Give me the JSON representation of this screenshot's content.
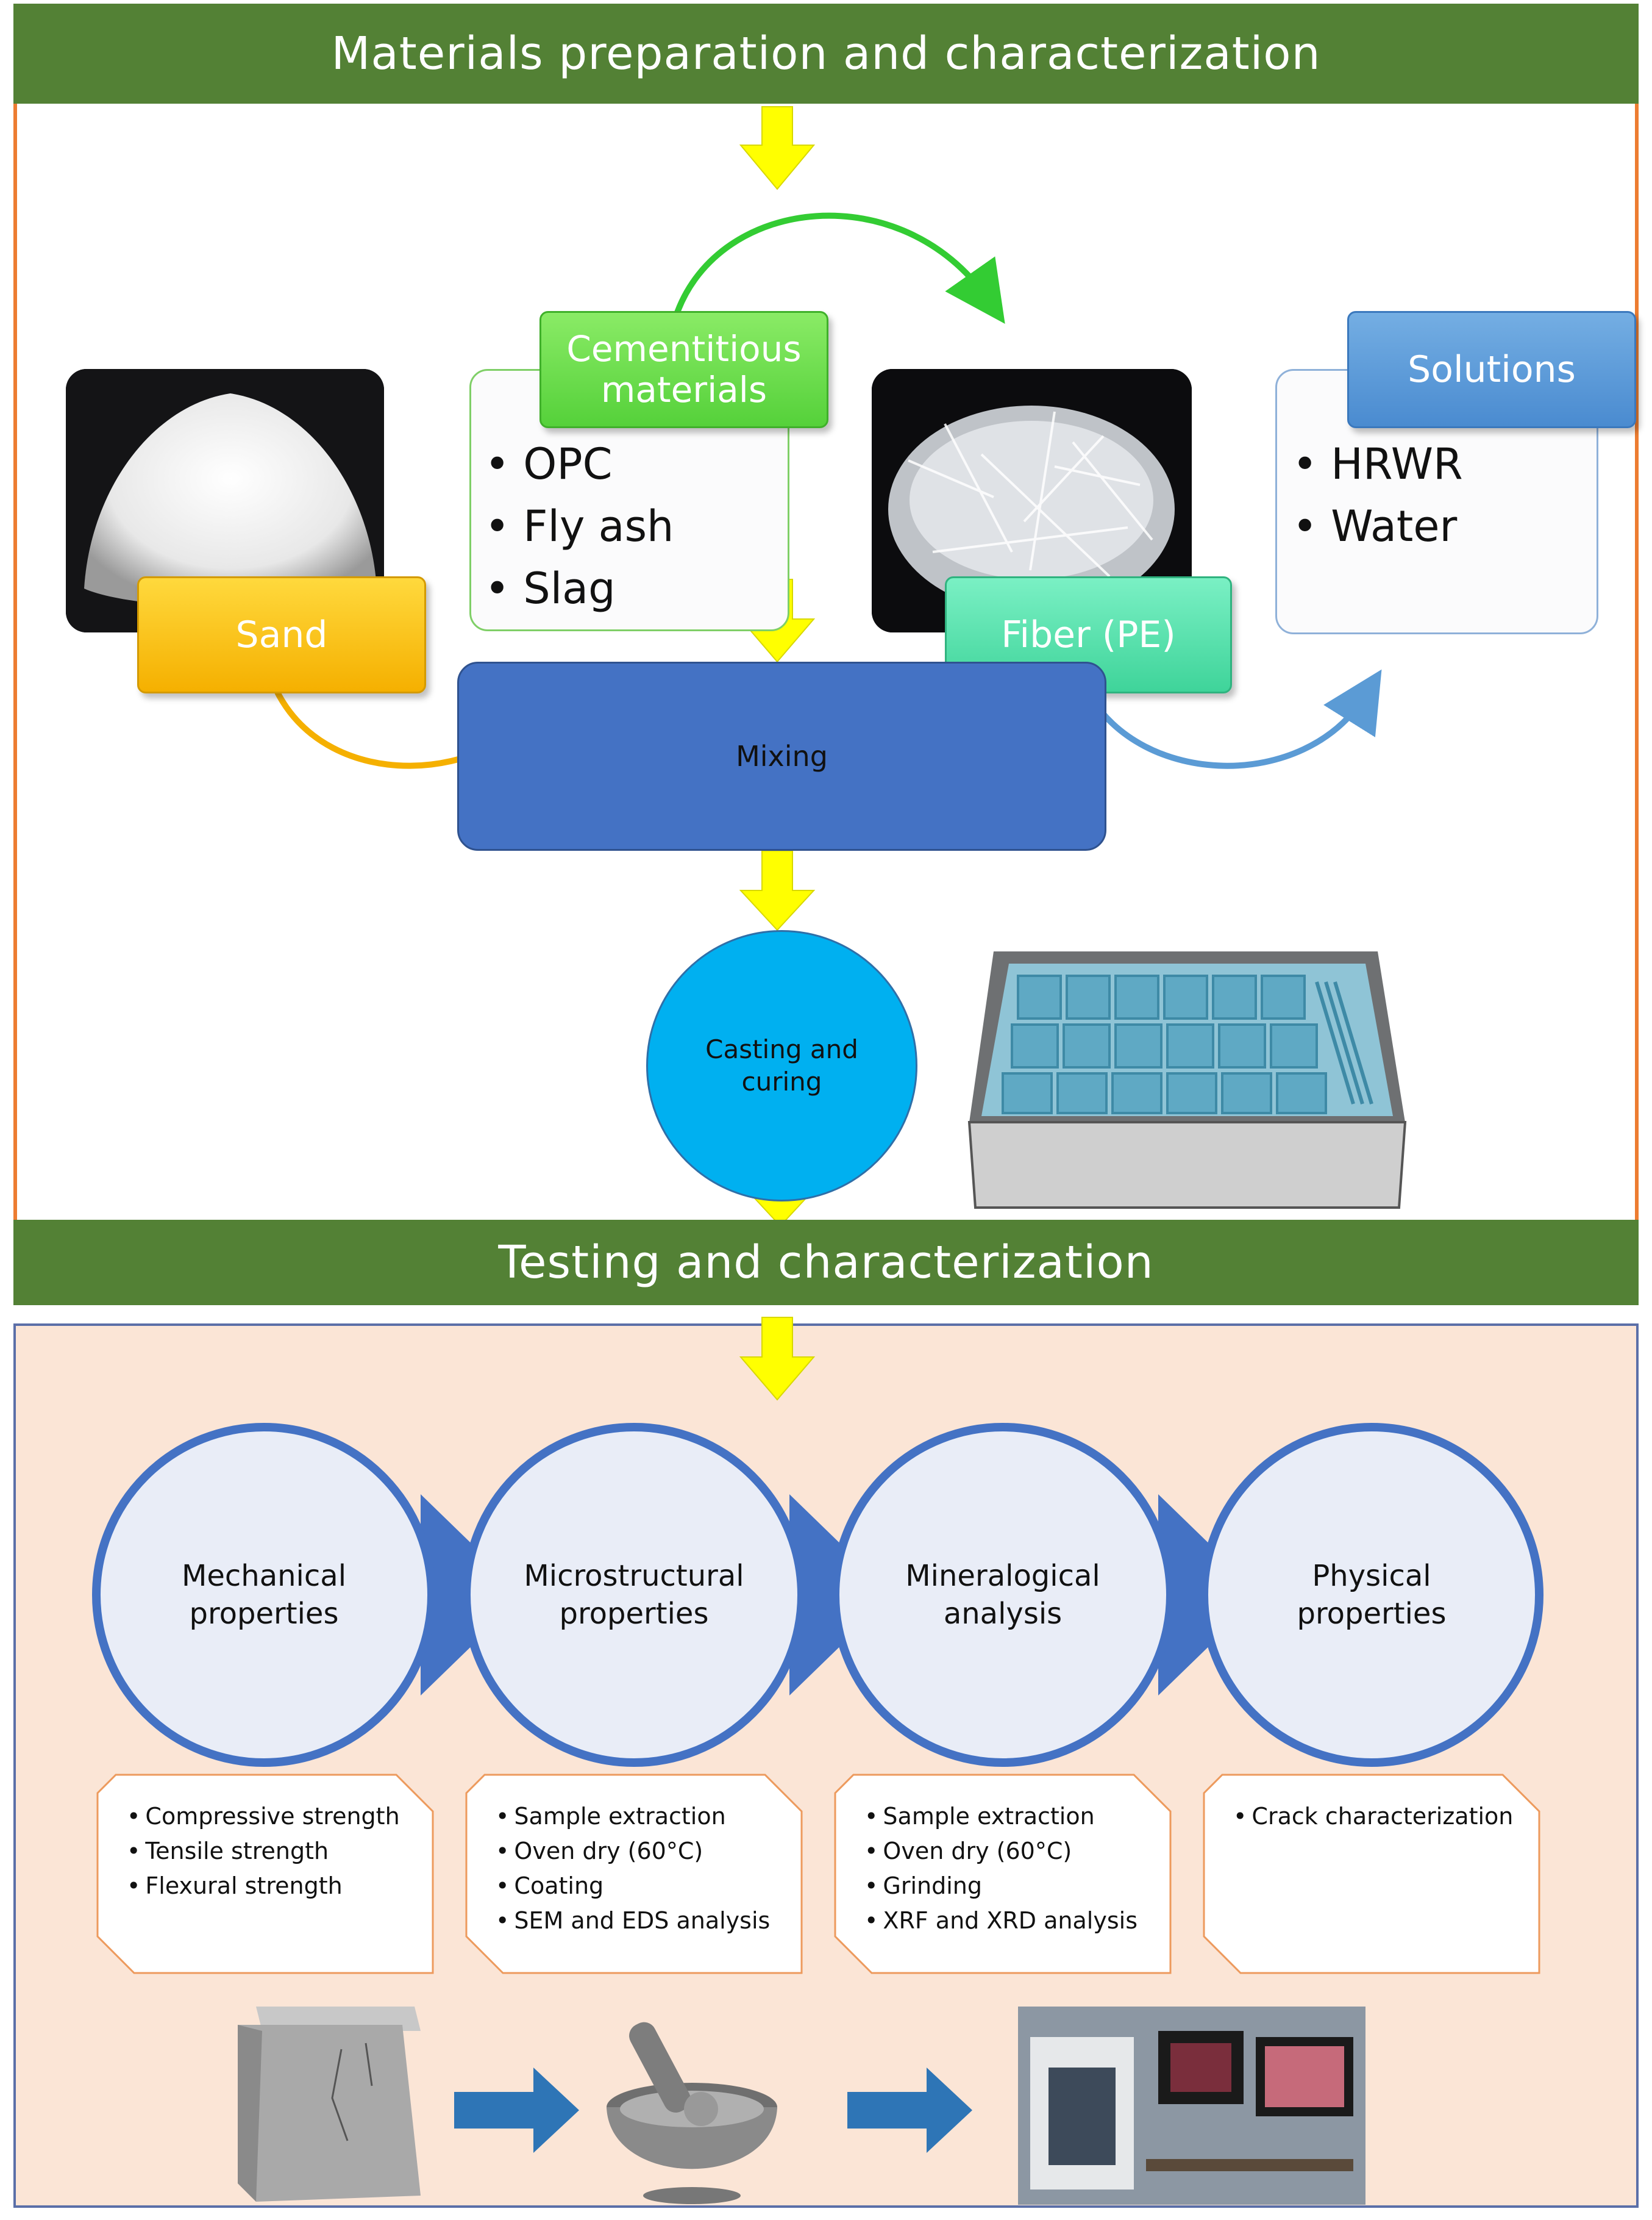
{
  "banners": {
    "top": "Materials preparation and characterization",
    "middle": "Testing and characterization"
  },
  "materials": {
    "sand": "Sand",
    "cementitious": "Cementitious materials",
    "cementitious_items": [
      "OPC",
      "Fly ash",
      "Slag"
    ],
    "fiber": "Fiber (PE)",
    "solutions": "Solutions",
    "solutions_items": [
      "HRWR",
      "Water"
    ]
  },
  "process": {
    "mixing": "Mixing",
    "casting": "Casting and curing"
  },
  "tests": [
    {
      "title": "Mechanical properties",
      "items": [
        "Compressive strength",
        "Tensile strength",
        "Flexural strength"
      ]
    },
    {
      "title": "Microstructural properties",
      "items": [
        "Sample extraction",
        "Oven dry (60°C)",
        "Coating",
        "SEM and EDS analysis"
      ]
    },
    {
      "title": "Mineralogical analysis",
      "items": [
        "Sample extraction",
        "Oven dry (60°C)",
        "Grinding",
        "XRF and XRD analysis"
      ]
    },
    {
      "title": "Physical properties",
      "items": [
        "Crack characterization"
      ]
    }
  ],
  "colors": {
    "banner": "#538135",
    "sand": "#ffc000",
    "cementitious": "#66dd44",
    "fiber": "#4fe0a8",
    "solutions": "#5b9bd5",
    "mixing": "#4472c4",
    "casting": "#00b0f0",
    "arrow_yellow": "#ffff00",
    "circle_border": "#4472c4",
    "section_bg": "#fbe5d6"
  }
}
